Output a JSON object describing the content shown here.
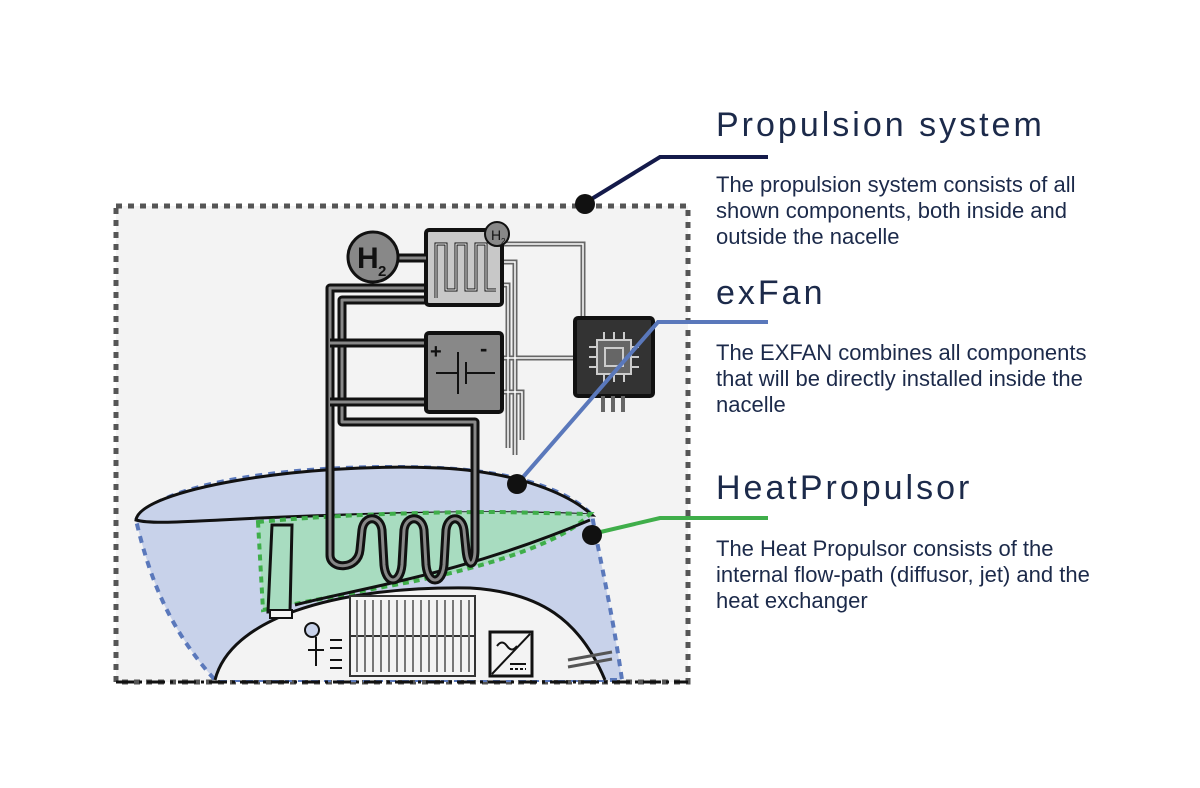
{
  "labels": {
    "propulsion_system": {
      "title": "Propulsion system",
      "description": "The propulsion system consists of all shown components, both inside and outside the nacelle"
    },
    "exfan": {
      "title": "exFan",
      "description": "The EXFAN combines all components that will be directly installed inside the nacelle"
    },
    "heat_propulsor": {
      "title": "HeatPropulsor",
      "description": "The Heat Propulsor consists of the internal flow-path (diffusor, jet) and the heat exchanger"
    }
  },
  "tank_label": "H",
  "tank_subscript": "2",
  "battery_plus": "+",
  "battery_minus": "-",
  "colors": {
    "navy": "#141a4a",
    "exfan_blue": "#5a78bb",
    "heat_green": "#3fae4a",
    "nacelle_fill": "#c8d2ea",
    "heat_fill": "#a8dcc0",
    "propulsion_bg": "#f3f3f3"
  }
}
